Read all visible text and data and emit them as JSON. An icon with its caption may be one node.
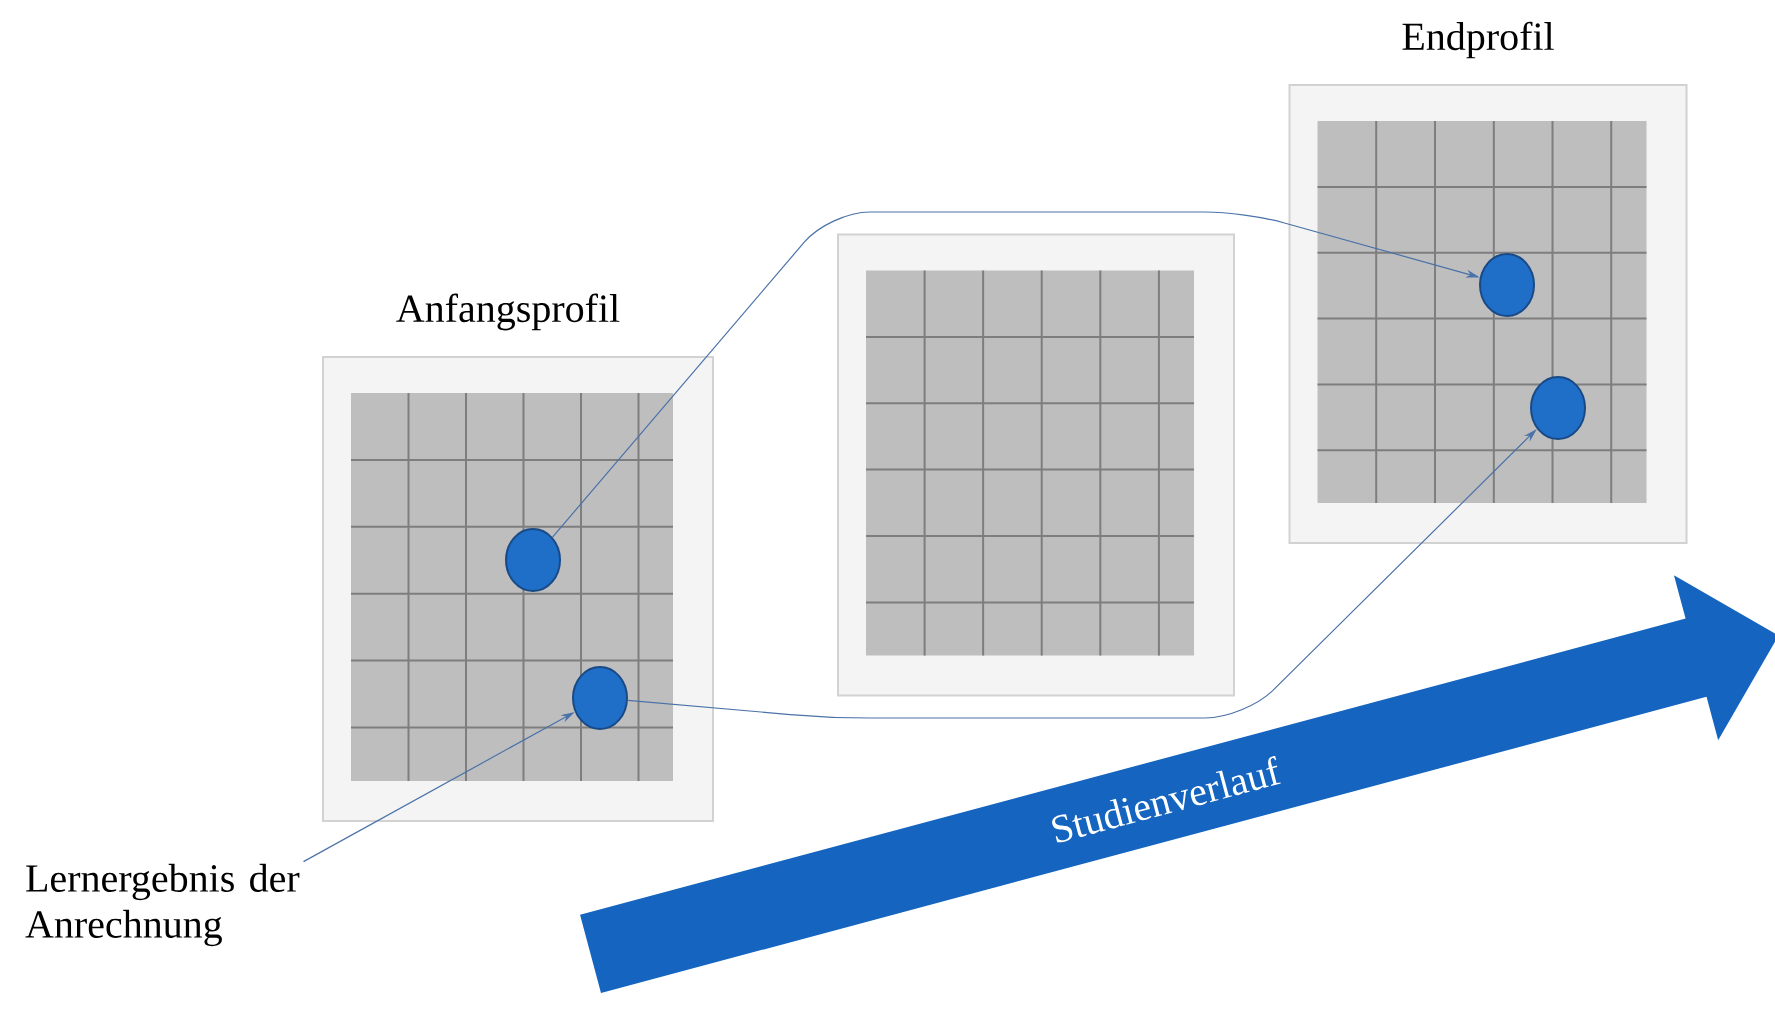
{
  "diagram": {
    "nodes": [
      {
        "text": [
          "Anfangsprofil"
        ]
      },
      {
        "text": [],
        "shape": "box"
      },
      {
        "text": [
          "Endprofil"
        ]
      },
      {
        "text": [],
        "shape": "circle",
        "in": 0
      },
      {
        "text": [],
        "shape": "circle",
        "in": 0
      },
      {
        "text": [],
        "shape": "circle",
        "in": 2
      },
      {
        "text": [],
        "shape": "circle",
        "in": 2
      },
      {
        "text": [
          "Lernergebnis der Anrechnung"
        ]
      },
      {
        "text": [
          "Studienverlauf"
        ]
      }
    ],
    "edges": [
      {
        "from": 3,
        "to": 5,
        "arrow": "to"
      },
      {
        "from": 4,
        "to": 6,
        "arrow": "to"
      },
      {
        "from": 7,
        "to": 4,
        "arrow": "to"
      }
    ]
  }
}
